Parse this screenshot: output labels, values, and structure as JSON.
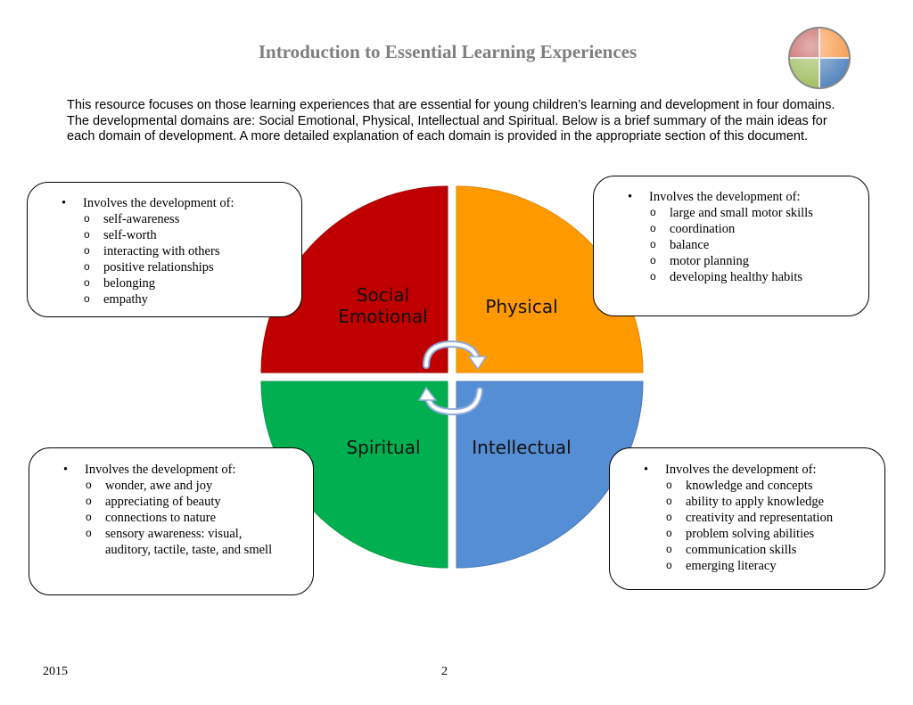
{
  "header": {
    "title": "Introduction to Essential Learning Experiences"
  },
  "intro": {
    "text": "This resource focuses on those learning experiences that are essential for young children’s learning and development in four domains.  The developmental domains are: Social Emotional, Physical, Intellectual and Spiritual.  Below is a brief summary of the main ideas for each domain of development.  A more detailed explanation of each domain is provided in the appropriate section of this document."
  },
  "colors": {
    "social": "#c00000",
    "physical": "#ff9900",
    "spiritual": "#00b050",
    "intellectual": "#558ed5"
  },
  "domains": {
    "social": {
      "line1": "Social",
      "line2": "Emotional",
      "heading": "Involves the development of:",
      "items": [
        "self-awareness",
        "self-worth",
        "interacting with others",
        "positive relationships",
        "belonging",
        "empathy"
      ]
    },
    "physical": {
      "label": "Physical",
      "heading": "Involves the development of:",
      "items": [
        "large and small motor skills",
        "coordination",
        "balance",
        "motor planning",
        "developing healthy habits"
      ]
    },
    "spiritual": {
      "label": "Spiritual",
      "heading": "Involves the development of:",
      "items": [
        "wonder, awe and joy",
        "appreciating of beauty",
        "connections to nature",
        "sensory awareness: visual,",
        "auditory, tactile, taste, and smell"
      ]
    },
    "intellectual": {
      "label": "Intellectual",
      "heading": "Involves the development of:",
      "items": [
        "knowledge and concepts",
        "ability to apply knowledge",
        "creativity and representation",
        "problem solving abilities",
        "communication skills",
        "emerging literacy"
      ]
    }
  },
  "footer": {
    "year": "2015",
    "page": "2"
  }
}
